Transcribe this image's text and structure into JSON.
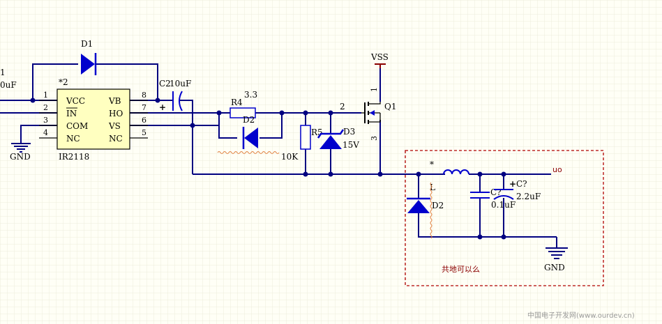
{
  "colors": {
    "background": "#fffff6",
    "grid": "#ececdc",
    "wire": "#000080",
    "symbol": "#0000cc",
    "ic_fill": "#ffffc0",
    "power": "#8b0000",
    "red_box": "#b00000"
  },
  "labels": {
    "c1_left": "1",
    "c1_val_left": "0uF",
    "d1": "D1",
    "c2": "C2",
    "c2_val": "10uF",
    "r4": "R4",
    "r4_val": "3.3",
    "d2_top": "D2",
    "r5": "R5",
    "r5_val": "10K",
    "d3": "D3",
    "d3_val": "15V",
    "vss": "VSS",
    "q1": "Q1",
    "net2": "2",
    "q1_pin1": "1",
    "q1_pin3": "3",
    "uo": "uo",
    "inductor_star": "*",
    "inductor": "L",
    "c_small": "C?",
    "c_small_val": "0.1uF",
    "c_elec": "C?",
    "c_elec_val": "2.2uF",
    "d2_bottom": "D2",
    "gnd_left": "GND",
    "gnd_right": "GND",
    "chinese_note": "共地可以么",
    "watermark": "中国电子开发网(www.ourdev.cn)"
  },
  "ic": {
    "designator": "*2",
    "part": "IR2118",
    "left_pins": [
      {
        "num": "1",
        "name": "VCC"
      },
      {
        "num": "2",
        "name": "IN"
      },
      {
        "num": "3",
        "name": "COM"
      },
      {
        "num": "4",
        "name": "NC"
      }
    ],
    "right_pins": [
      {
        "num": "8",
        "name": "VB"
      },
      {
        "num": "7",
        "name": "HO"
      },
      {
        "num": "6",
        "name": "VS"
      },
      {
        "num": "5",
        "name": "NC"
      }
    ]
  }
}
